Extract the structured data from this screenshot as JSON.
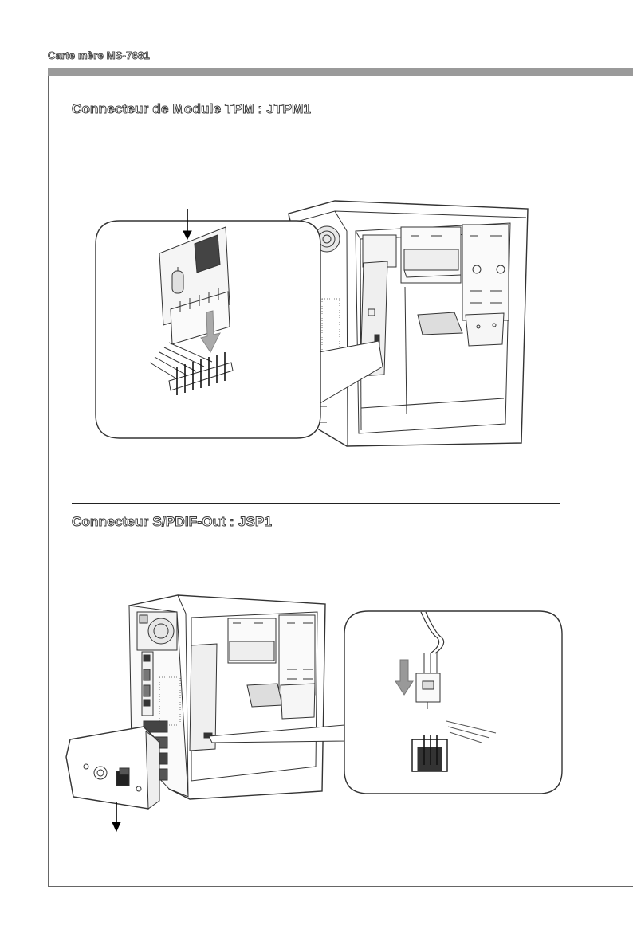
{
  "header": {
    "label": "Carte mère MS-7681"
  },
  "sections": [
    {
      "title": "Connecteur de Module TPM : JTPM1"
    },
    {
      "title": "Connecteur S/PDIF-Out : JSP1"
    }
  ]
}
